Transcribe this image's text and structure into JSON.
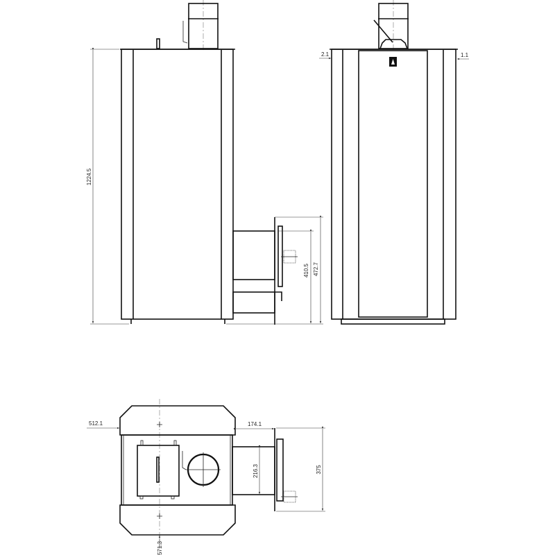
{
  "drawing": {
    "side_view": {
      "dim_total_height": "1224.5",
      "dim_firebox_height": "410.5",
      "dim_door_height": "472.7"
    },
    "front_view": {
      "dim_left": "2.1",
      "dim_right": "1.1"
    },
    "top_view": {
      "dim_offset_x": "512.1",
      "dim_extension": "174.1",
      "dim_tunnel_width": "216.3",
      "dim_door_width": "375",
      "dim_offset_y": "571.3"
    }
  }
}
